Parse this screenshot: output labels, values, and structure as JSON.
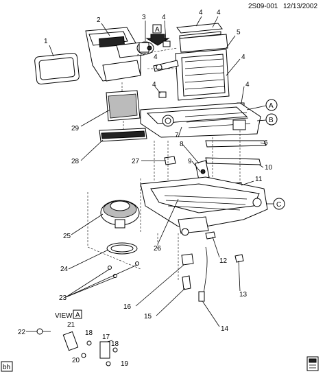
{
  "header": {
    "code": "2S09-001",
    "date": "12/13/2002"
  },
  "footer": {
    "tag": "bh"
  },
  "view_label": {
    "word": "VIEW",
    "letter": "A"
  },
  "circle_refs": [
    "A",
    "B",
    "C"
  ],
  "box_refs": [
    "A"
  ],
  "callouts": [
    "1",
    "2",
    "3",
    "4",
    "4",
    "4",
    "4",
    "5",
    "4",
    "4",
    "4",
    "6",
    "7",
    "8",
    "9",
    "10",
    "11",
    "12",
    "13",
    "14",
    "15",
    "16",
    "17",
    "18",
    "18",
    "19",
    "20",
    "21",
    "22",
    "23",
    "24",
    "25",
    "26",
    "27",
    "28",
    "29"
  ]
}
